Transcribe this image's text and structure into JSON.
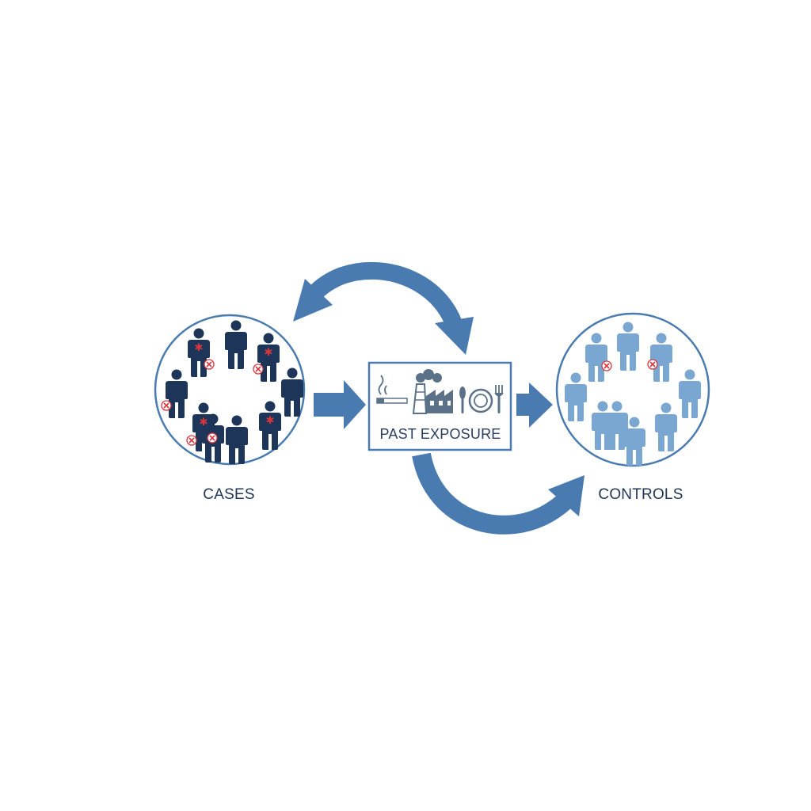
{
  "labels": {
    "cases": "CASES",
    "exposure": "PAST EXPOSURE",
    "controls": "CONTROLS"
  },
  "colors": {
    "arrow": "#4a7bb0",
    "circle_border": "#4a7bb0",
    "case_person": "#1c3558",
    "control_person": "#7aa6d2",
    "disease_mark": "#d9363e",
    "box_border": "#4a7bb0",
    "icon": "#5a7188"
  },
  "groups": {
    "cases": {
      "people_count": 9,
      "marked_count": 6
    },
    "controls": {
      "people_count": 9,
      "marked_count": 2
    }
  },
  "exposure_icons": [
    "cigarette-icon",
    "factory-icon",
    "spoon-icon",
    "plate-icon",
    "fork-icon"
  ]
}
